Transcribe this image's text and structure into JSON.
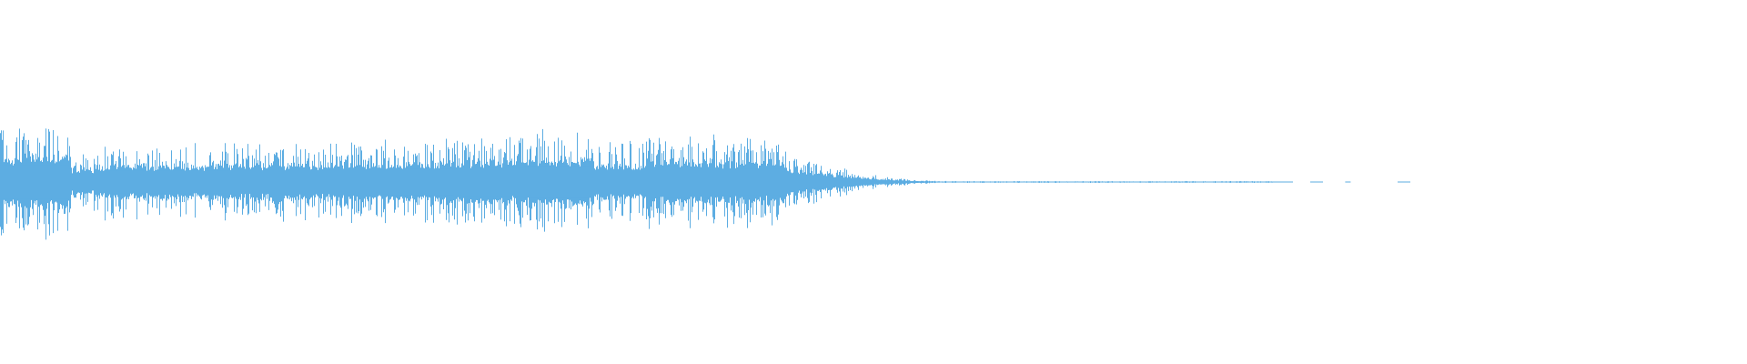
{
  "waveform": {
    "color": "#5dade2",
    "background": "#ffffff",
    "envelope": {
      "description_free": true,
      "segments": [
        {
          "t0": 0.0,
          "t1": 0.04,
          "amp": 0.62
        },
        {
          "t0": 0.04,
          "t1": 0.055,
          "amp": 0.32
        },
        {
          "t0": 0.055,
          "t1": 0.13,
          "amp": 0.42
        },
        {
          "t0": 0.13,
          "t1": 0.22,
          "amp": 0.44
        },
        {
          "t0": 0.22,
          "t1": 0.26,
          "amp": 0.48
        },
        {
          "t0": 0.26,
          "t1": 0.3,
          "amp": 0.52
        },
        {
          "t0": 0.3,
          "t1": 0.34,
          "amp": 0.58
        },
        {
          "t0": 0.34,
          "t1": 0.37,
          "amp": 0.46
        },
        {
          "t0": 0.37,
          "t1": 0.41,
          "amp": 0.55
        },
        {
          "t0": 0.41,
          "t1": 0.45,
          "amp": 0.5
        },
        {
          "t0": 0.45,
          "t1": 0.49,
          "amp": 0.28
        },
        {
          "t0": 0.49,
          "t1": 0.55,
          "amp": 0.08
        },
        {
          "t0": 0.55,
          "t1": 0.73,
          "amp": 0.01
        }
      ],
      "duration_fraction_visible": 0.8
    },
    "stray_ticks": [
      0.75,
      0.77,
      0.8
    ]
  }
}
